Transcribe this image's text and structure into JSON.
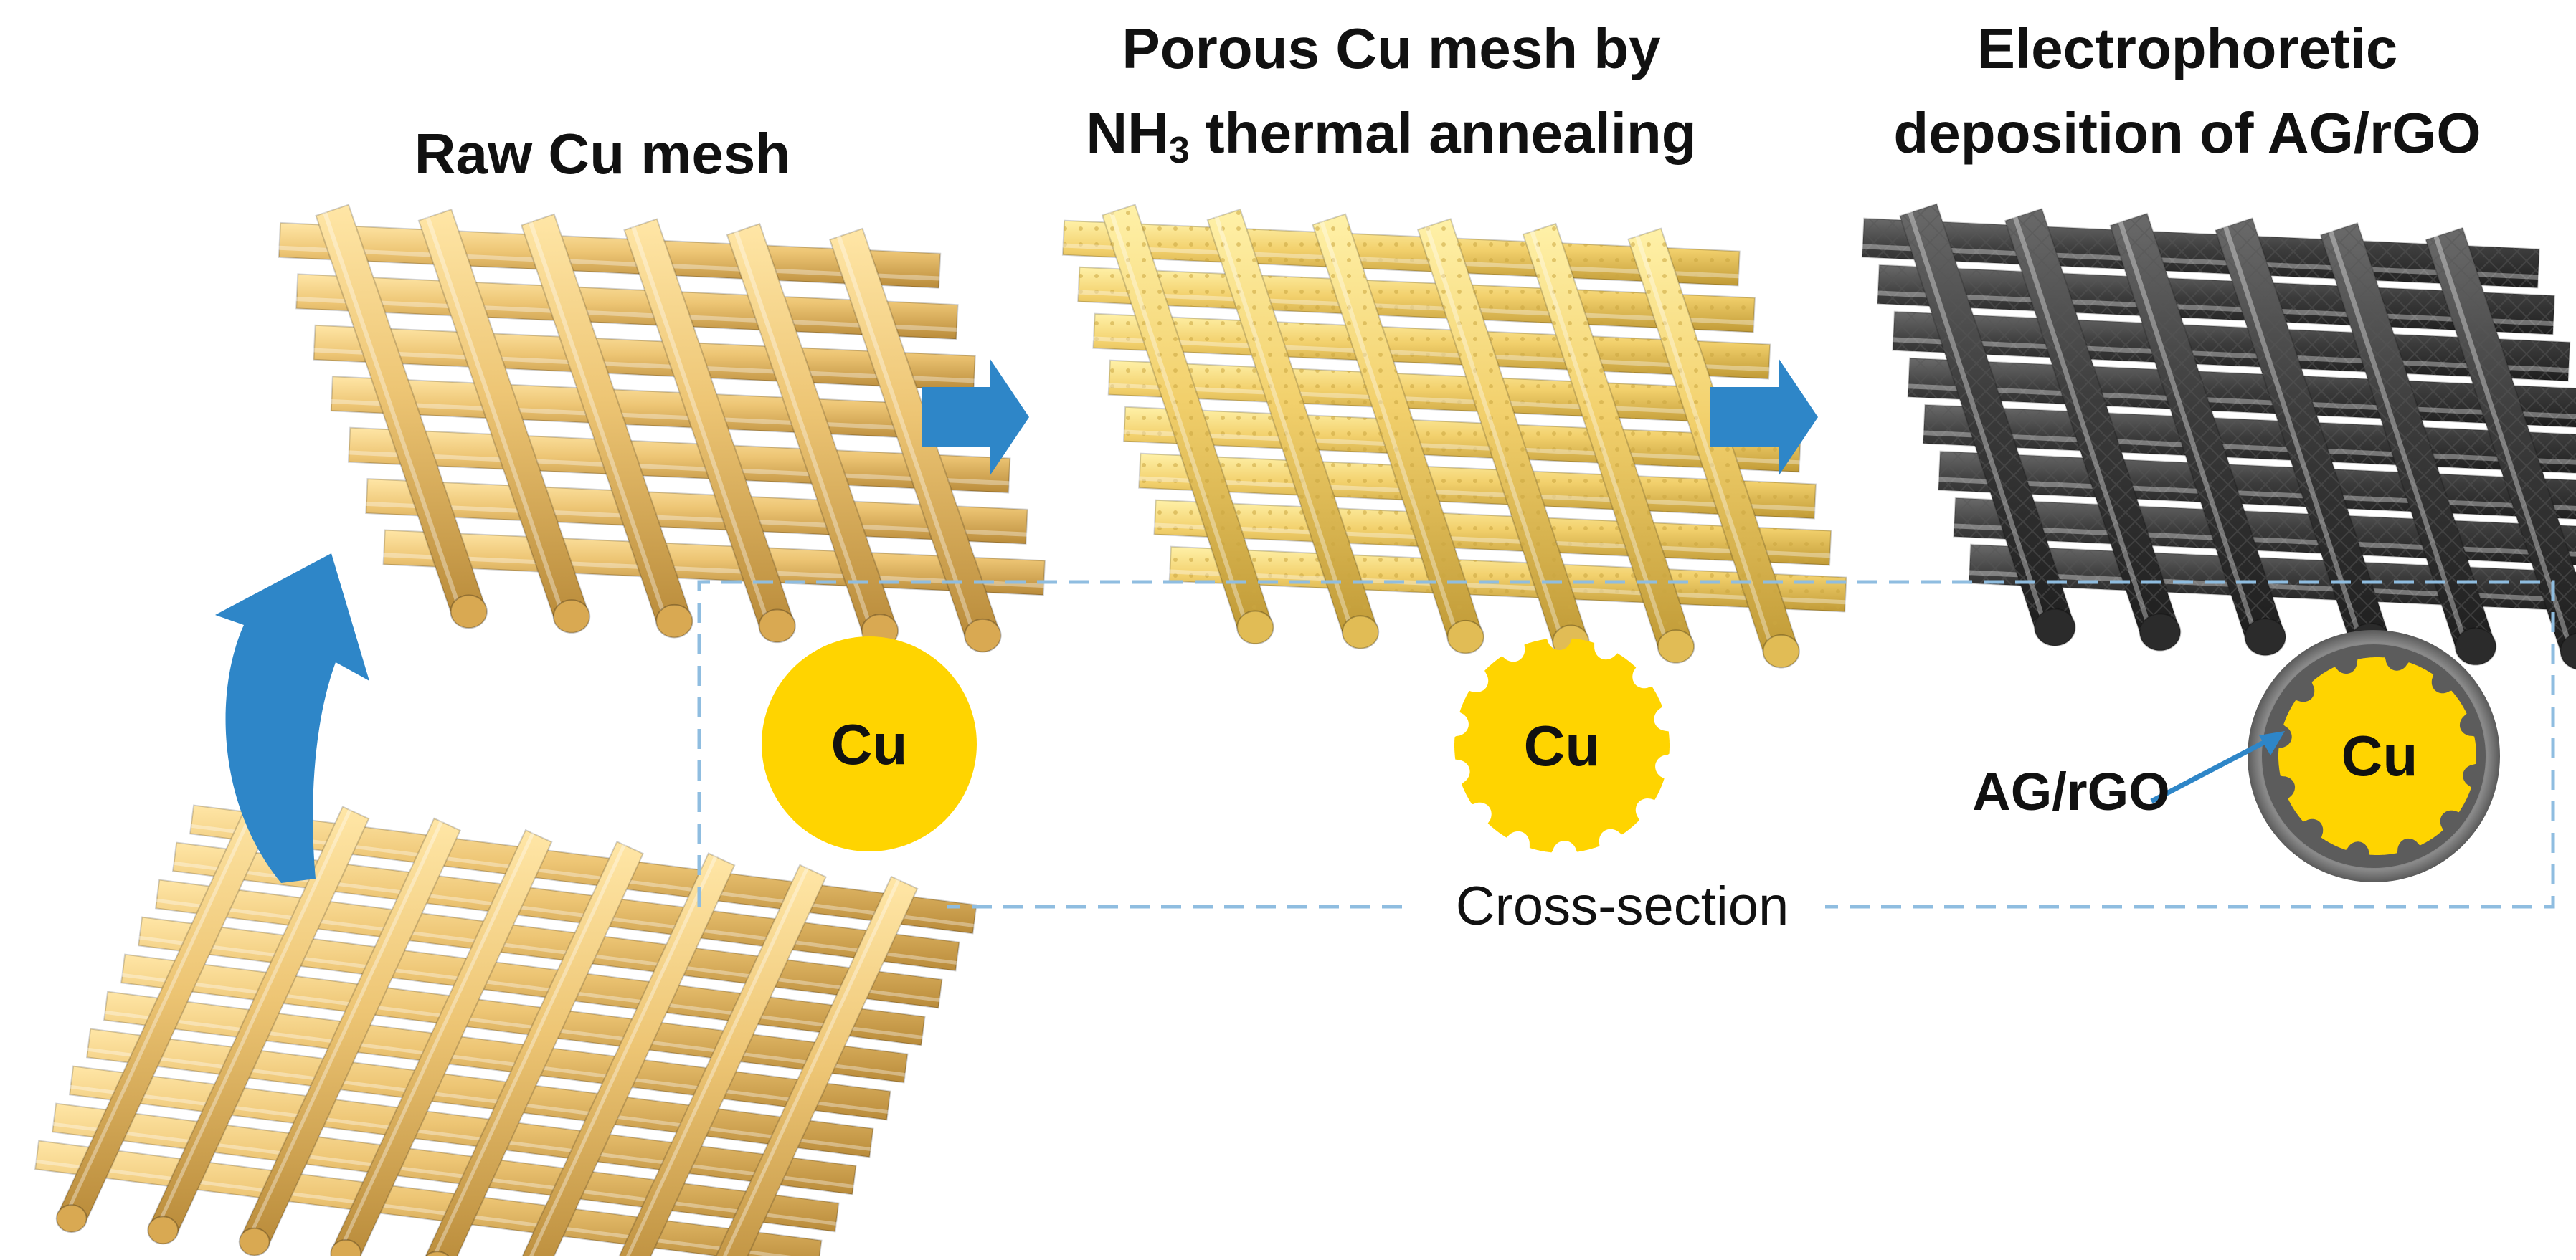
{
  "steps": [
    {
      "title": "Raw Cu mesh",
      "theme": "raw"
    },
    {
      "title_line1": "Porous Cu mesh by",
      "title_line2_prefix": "NH",
      "title_line2_sub": "3",
      "title_line2_suffix": " thermal annealing",
      "theme": "porous"
    },
    {
      "title_line1": "Electrophoretic",
      "title_line2": "deposition of AG/rGO",
      "theme": "coated"
    }
  ],
  "cross_section": {
    "label": "Cross-section",
    "core_label": "Cu",
    "coating_label": "AG/rGO"
  },
  "colors": {
    "raw_wire": "#E9C066",
    "porous_wire": "#F0CF68",
    "coated_wire": "#3a3a3a",
    "cu_core": "#FFD400",
    "coating_gray": "#6b6b6b",
    "arrow_blue": "#2E86C8",
    "dashed_box": "#8FBDE0"
  }
}
